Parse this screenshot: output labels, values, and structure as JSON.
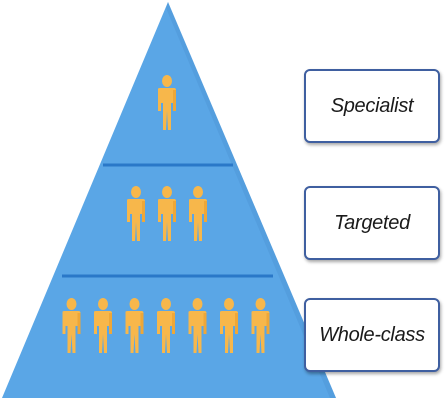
{
  "colors": {
    "pyramid_fill": "#5aa6e6",
    "pyramid_shadow": "#4a8fcf",
    "divider": "#2a78c8",
    "person_fill": "#f7b74b",
    "person_shade": "#e79d2c",
    "label_border": "#3f5fa0"
  },
  "icons": {
    "person": "person-icon"
  },
  "tiers": [
    {
      "label": "Specialist",
      "people": 1
    },
    {
      "label": "Targeted",
      "people": 3
    },
    {
      "label": "Whole-class",
      "people": 7
    }
  ]
}
